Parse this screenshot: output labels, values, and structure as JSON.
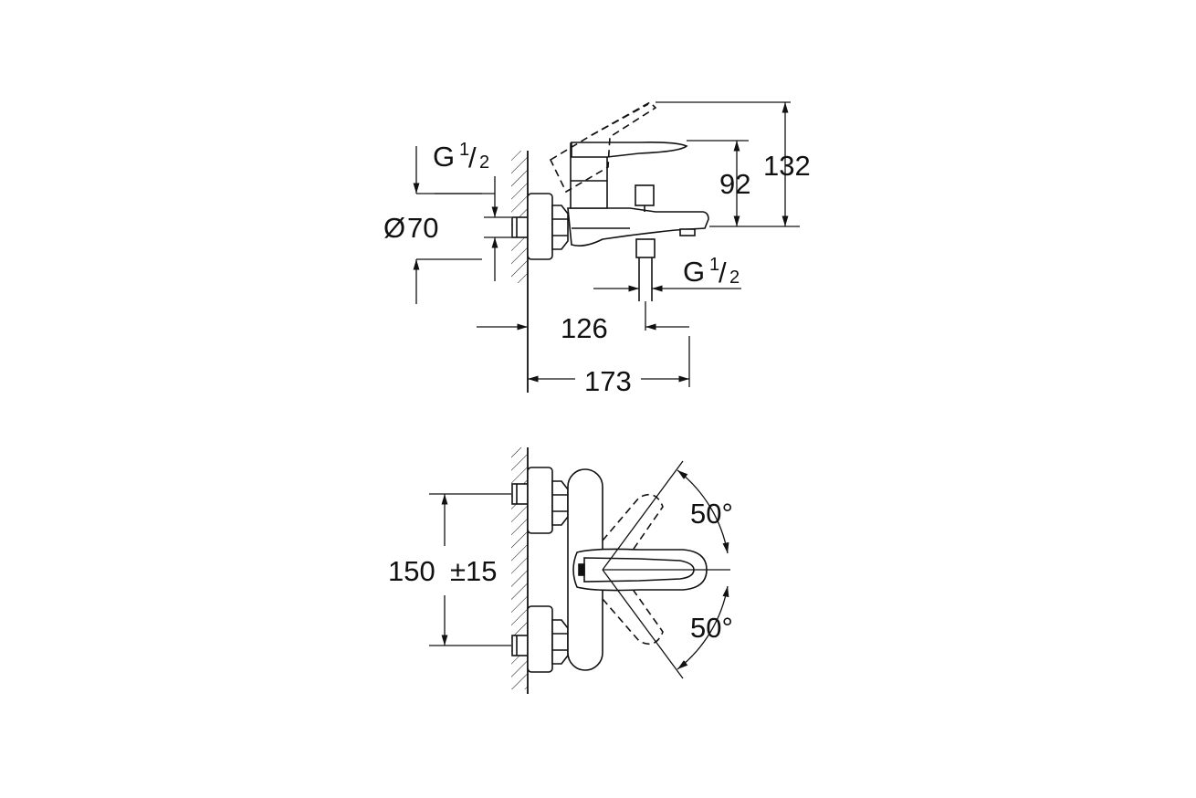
{
  "side_view": {
    "thread_top": {
      "letter": "G",
      "num": "1",
      "den": "2"
    },
    "thread_bottom": {
      "letter": "G",
      "num": "1",
      "den": "2"
    },
    "diameter": {
      "symbol": "Ø",
      "value": "70"
    },
    "height_92": "92",
    "height_132": "132",
    "length_126": "126",
    "length_173": "173"
  },
  "front_view": {
    "center_distance": "150",
    "tolerance": "±15",
    "angle_top": "50°",
    "angle_bottom": "50°"
  },
  "colors": {
    "line": "#111111",
    "background": "#ffffff"
  }
}
